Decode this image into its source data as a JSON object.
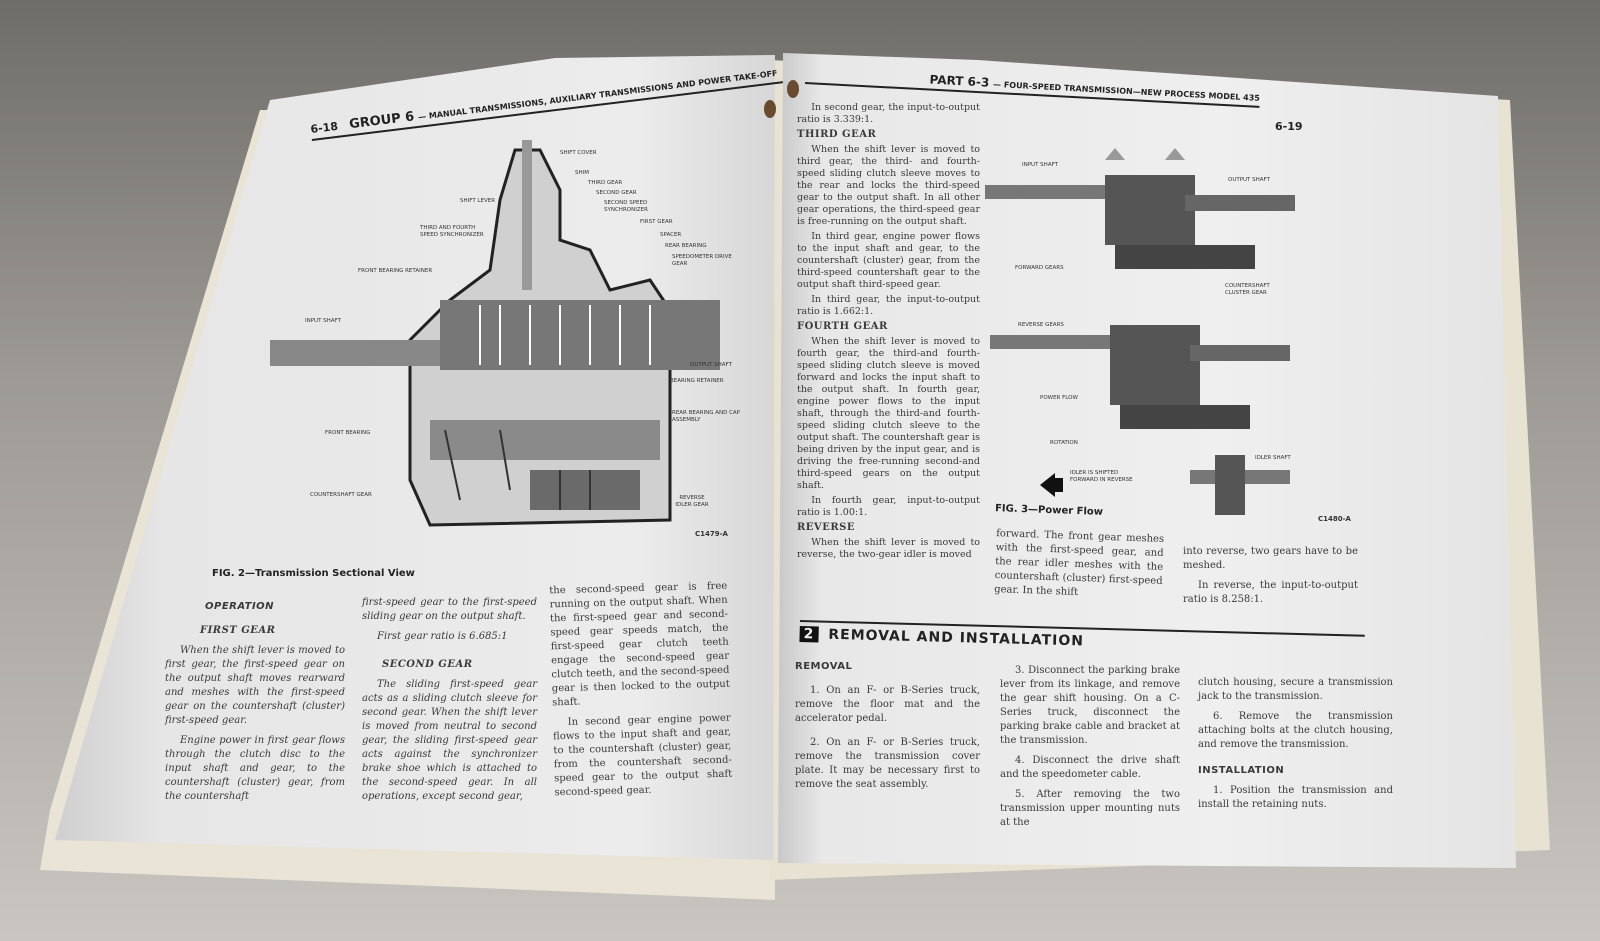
{
  "left_page": {
    "page_number": "6-18",
    "header_group": "GROUP 6",
    "header_title": "— MANUAL TRANSMISSIONS, AUXILIARY TRANSMISSIONS AND POWER TAKE-OFF",
    "figure": {
      "labels": [
        "SHIFT COVER",
        "SHIFT LEVER",
        "SHIM",
        "THIRD GEAR",
        "SECOND GEAR",
        "SECOND SPEED SYNCHRONIZER",
        "FIRST GEAR",
        "THIRD AND FOURTH SPEED SYNCHRONIZER",
        "SPACER",
        "REAR BEARING",
        "SPEEDOMETER DRIVE GEAR",
        "FRONT BEARING RETAINER",
        "INPUT SHAFT",
        "OUTPUT SHAFT",
        "BEARING RETAINER",
        "REAR BEARING AND CAP ASSEMBLY",
        "FRONT BEARING",
        "COUNTERSHAFT GEAR",
        "REVERSE IDLER GEAR"
      ],
      "code": "C1479-A",
      "caption": "FIG. 2—Transmission Sectional View"
    },
    "operation_heading": "OPERATION",
    "first_gear_heading": "FIRST GEAR",
    "first_gear_p1": "When the shift lever is moved to first gear, the first-speed gear on the output shaft moves rearward and meshes with the first-speed gear on the countershaft (cluster) first-speed gear.",
    "first_gear_p2": "Engine power in first gear flows through the clutch disc to the input shaft and gear, to the countershaft (cluster) gear, from the countershaft",
    "col2_p1": "first-speed gear to the first-speed sliding gear on the output shaft.",
    "col2_p2": "First gear ratio is 6.685:1",
    "second_gear_heading": "SECOND GEAR",
    "second_gear_p1": "The sliding first-speed gear acts as a sliding clutch sleeve for second gear. When the shift lever is moved from neutral to second gear, the sliding first-speed gear acts against the synchronizer brake shoe which is attached to the second-speed gear. In all operations, except second gear,",
    "col3_p1": "the second-speed gear is free running on the output shaft. When the first-speed gear and second-speed gear speeds match, the first-speed gear clutch teeth engage the second-speed gear clutch teeth, and the second-speed gear is then locked to the output shaft.",
    "col3_p2": "In second gear engine power flows to the input shaft and gear, to the countershaft (cluster) gear, from the countershaft second-speed gear to the output shaft second-speed gear."
  },
  "right_page": {
    "header_part": "PART 6-3",
    "header_title": "— FOUR-SPEED TRANSMISSION—NEW PROCESS MODEL 435",
    "page_number": "6-19",
    "p_intro": "In second gear, the input-to-output ratio is 3.339:1.",
    "third_gear_heading": "THIRD GEAR",
    "third_gear_p1": "When the shift lever is moved to third gear, the third- and fourth-speed sliding clutch sleeve moves to the rear and locks the third-speed gear to the output shaft. In all other gear operations, the third-speed gear is free-running on the output shaft.",
    "third_gear_p2": "In third gear, engine power flows to the input shaft and gear, to the countershaft (cluster) gear, from the third-speed countershaft gear to the output shaft third-speed gear.",
    "third_gear_p3": "In third gear, the input-to-output ratio is 1.662:1.",
    "fourth_gear_heading": "FOURTH GEAR",
    "fourth_gear_p1": "When the shift lever is moved to fourth gear, the third-and fourth-speed sliding clutch sleeve is moved forward and locks the input shaft to the output shaft. In fourth gear, engine power flows to the input shaft, through the third-and fourth-speed sliding clutch sleeve to the output shaft. The countershaft gear is being driven by the input gear, and is driving the free-running second-and third-speed gears on the output shaft.",
    "fourth_gear_p2": "In fourth gear, input-to-output ratio is 1.00:1.",
    "reverse_heading": "REVERSE",
    "reverse_p1": "When the shift lever is moved to reverse, the two-gear idler is moved",
    "reverse_col2": "forward. The front gear meshes with the first-speed gear, and the rear idler meshes with the countershaft (cluster) first-speed gear. In the shift",
    "reverse_col3_p1": "into reverse, two gears have to be meshed.",
    "reverse_col3_p2": "In reverse, the input-to-output ratio is 8.258:1.",
    "figure": {
      "labels": [
        "INPUT SHAFT",
        "OUTPUT SHAFT",
        "FORWARD GEARS",
        "COUNTERSHAFT CLUSTER GEAR",
        "REVERSE GEARS",
        "POWER FLOW",
        "ROTATION",
        "IDLER SHAFT",
        "IDLER IS SHIFTED FORWARD IN REVERSE"
      ],
      "code": "C1480-A",
      "caption": "FIG. 3—Power Flow"
    },
    "section_number": "2",
    "section_title": "REMOVAL AND INSTALLATION",
    "removal_heading": "REMOVAL",
    "removal_steps": [
      "1. On an F- or B-Series truck, remove the floor mat and the accelerator pedal.",
      "2. On an F- or B-Series truck, remove the transmission cover plate. It may be necessary first to remove the seat assembly.",
      "3. Disconnect the parking brake lever from its linkage, and remove the gear shift housing. On a C-Series truck, disconnect the parking brake cable and bracket at the transmission.",
      "4. Disconnect the drive shaft and the speedometer cable.",
      "5. After removing the two transmission upper mounting nuts at the",
      "clutch housing, secure a transmission jack to the transmission.",
      "6. Remove the transmission attaching bolts at the clutch housing, and remove the transmission."
    ],
    "installation_heading": "INSTALLATION",
    "installation_steps": [
      "1. Position the transmission and install the retaining nuts."
    ]
  }
}
